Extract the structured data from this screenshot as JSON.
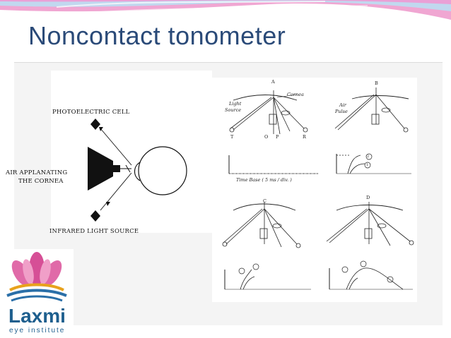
{
  "slide": {
    "title": "Noncontact tonometer"
  },
  "left_diagram": {
    "labels": {
      "photoelectric_cell": "PHOTOELECTRIC  CELL",
      "air_line1": "AIR APPLANATING",
      "air_line2": "THE CORNEA",
      "infrared": "INFRARED LIGHT SOURCE"
    }
  },
  "right_diagram": {
    "panels": {
      "a": "A",
      "b": "B",
      "c": "C",
      "d": "D"
    },
    "labels": {
      "cornea": "Cornea",
      "light": "Light",
      "source": "Source",
      "air": "Air",
      "pulse": "Pulse",
      "t": "T",
      "o": "O",
      "p": "P",
      "r": "R",
      "time_base": "Time Base ( 5 ms / div. )",
      "n1": "1",
      "n2": "2"
    }
  },
  "logo": {
    "name": "Laxmi",
    "subtitle": "eye institute"
  },
  "colors": {
    "title": "#2a4a78",
    "banner_pink": "#f0a6d2",
    "banner_blue": "#9ed3ef",
    "logo_blue": "#1e5f8e"
  }
}
